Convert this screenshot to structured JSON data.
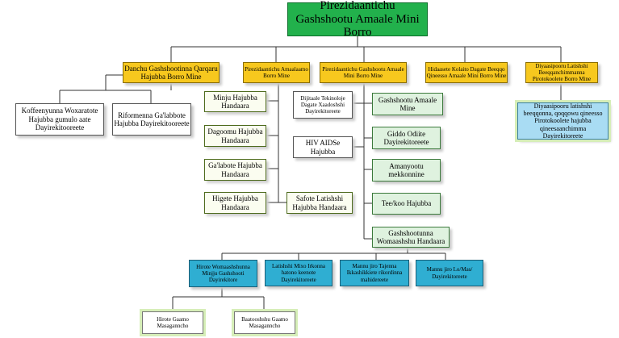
{
  "top": "Pirezidaantichu Gashshootu Amaale Mini Borro",
  "level1": {
    "left": "Danchu Gashshootinna Qarqaru Hajubba Borro Mine",
    "amaalaamo": "Pirezidaantichu Amaalaamo Borro Mine",
    "gashshootu": "Pirezidaantichu Gashshootu Amaale Mini Borro Mine",
    "hidaasete": "Hidaasete Kolaito Dagate Beeqqo Qineesso Amaale Mini Borro Mine",
    "diyaasi": "Diyaasipooru Latishshi Beeqqanchimmanna Pirotokoolete Borro Mine"
  },
  "left_children": {
    "koffeenyunna": "Koffeenyunna Woxaratote Hajubba gumulo aate Dayirekitooreete",
    "rifor": "Riformenna Ga'labbote Hajubba Dayirekitooreete"
  },
  "amaalaamo_children": {
    "minju": "Minju Hajubba Handaara",
    "dagoomu": "Dagoomu Hajubba Handaara",
    "galabote": "Ga'labote Hajubba Handaara",
    "higete": "Higete Hajubba Handaara",
    "safote": "Safote Latishshi Hajubba Handaara"
  },
  "gashshootu_children": {
    "dijitaale": "Dijitaale Tekinoloje Dagate Xaadoshshi Dayirekitoreete",
    "hiv": "HIV AIDSe Hajubba",
    "gashshootu_amaale": "Gashshootu Amaale Mine",
    "giddo": "Giddo Odiite Dayirekitoreete",
    "amanyootu": "Amanyootu mekkonnine",
    "tee": "Tee/koo Hajubba",
    "womaashshu": "Gashshootunna Womaashshu Handaara"
  },
  "diyaasi_child": "Diyaasipooru latishshi beeqqonna, qoqqowu qineesso Pirotokoolete hajubba qineesaanchimma Dayirekitoreete",
  "womaashshu_children": {
    "hirote": "Hirote Womaashshunna Minjju Gashshooti Dayirekitore",
    "latishshi": "Latishshi Mixo Irkonna hatono keenote Dayirekitoreete",
    "mannu_tajenna": "Mannu jiro Tajenna Ikkashikkiete rikordinna mahidereete",
    "mannu_lomas": "Mannu jiro Lo/Mas/ Dayirekitoreete"
  },
  "hirote_children": {
    "gaamo": "Hirote Gaamo Masaganncho",
    "baatooshshu": "Baatooshshu Gaamo Masaganncho"
  }
}
